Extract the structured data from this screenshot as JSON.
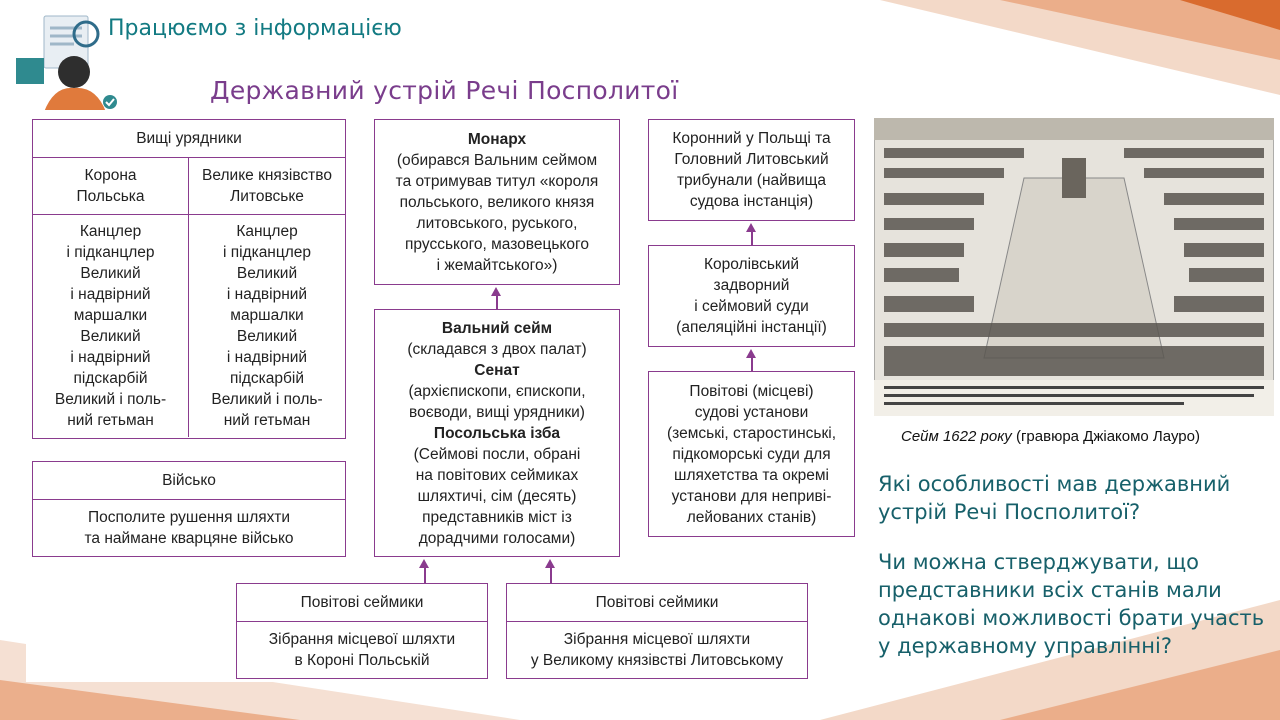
{
  "header": {
    "title": "Працюємо з інформацією"
  },
  "slide": {
    "title": "Державний устрій Речі Посполитої"
  },
  "officials": {
    "header": "Вищі урядники",
    "col1_title": [
      "Корона",
      "Польська"
    ],
    "col2_title": [
      "Велике князівство",
      "Литовське"
    ],
    "col1_body": [
      "Канцлер",
      "і підканцлер",
      "Великий",
      "і надвірний",
      "маршалки",
      "Великий",
      "і надвірний",
      "підскарбій",
      "Великий і поль-",
      "ний гетьман"
    ],
    "col2_body": [
      "Канцлер",
      "і підканцлер",
      "Великий",
      "і надвірний",
      "маршалки",
      "Великий",
      "і надвірний",
      "підскарбій",
      "Великий і поль-",
      "ний гетьман"
    ]
  },
  "army": {
    "header": "Військо",
    "body": [
      "Посполите рушення шляхти",
      "та наймане кварцяне військо"
    ]
  },
  "monarch": {
    "title": "Монарх",
    "body": [
      "(обирався Вальним сеймом",
      "та отримував титул «короля",
      "польського, великого князя",
      "литовського, руського,",
      "прусського, мазовецького",
      "і жемайтського»)"
    ]
  },
  "sejm": {
    "title": "Вальний сейм",
    "subtitle": "(складався з двох палат)",
    "senate_title": "Сенат",
    "senate_body": [
      "(архієпископи, єпископи,",
      "воєводи, вищі урядники)"
    ],
    "chamber_title": "Посольська ізба",
    "chamber_body": [
      "(Сеймові посли, обрані",
      "на повітових сеймиках",
      "шляхтичі, сім (десять)",
      "представників міст із",
      "дорадчими голосами)"
    ]
  },
  "tribunal": {
    "body": [
      "Коронний у Польщі та",
      "Головний Литовський",
      "трибунали (найвища",
      "судова інстанція)"
    ]
  },
  "royal_courts": {
    "body": [
      "Королівський",
      "задворний",
      "і сеймовий суди",
      "(апеляційні інстанції)"
    ]
  },
  "district_courts": {
    "body": [
      "Повітові (місцеві)",
      "судові установи",
      "(земські, старостинські,",
      "підкоморські суди для",
      "шляхетства та окремі",
      "установи для неприві-",
      "лейованих станів)"
    ]
  },
  "sejmik_crown": {
    "header": "Повітові сеймики",
    "body": [
      "Зібрання місцевої шляхти",
      "в Короні Польській"
    ]
  },
  "sejmik_lithuania": {
    "header": "Повітові сеймики",
    "body": [
      "Зібрання місцевої шляхти",
      "у Великому князівстві Литовському"
    ]
  },
  "image": {
    "caption_italic": "Сейм 1622 року",
    "caption_rest": " (гравюра Джіакомо Лауро)"
  },
  "questions": [
    "Які особливості мав державний устрій Речі Посполитої?",
    "Чи можна стверджувати, що представники всіх станів мали однакові можливості брати участь у державному управлінні?"
  ],
  "colors": {
    "accent": "#8a3b8e",
    "title": "#7a3d8c",
    "teal": "#17606a",
    "orange": "#e07a3c"
  }
}
